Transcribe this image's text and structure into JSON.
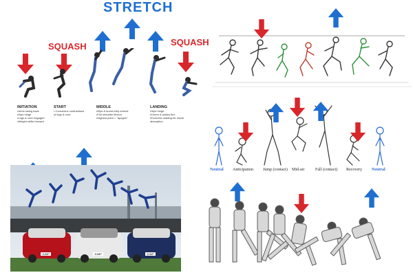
{
  "colors": {
    "up_arrow": "#1f6fd1",
    "down_arrow": "#d8262b",
    "squash_text": "#d8262b",
    "stretch_text": "#1f6fd1"
  },
  "top_left": {
    "stretch_label": "STRETCH",
    "squash_left": "SQUASH",
    "squash_right": "SQUASH",
    "sections": [
      {
        "title": "INITIATION",
        "lines": [
          "•Arms swing back",
          "•Hips hinge",
          "•Legs & core engaged",
          "•Weight shifts forward"
        ]
      },
      {
        "title": "START",
        "lines": [
          "• Concentric contractions",
          "  of legs & core"
        ]
      },
      {
        "title": "MIDDLE",
        "lines": [
          "•Hips & knees fully extend",
          "•Full shoulder flexion",
          "•Highest point = \"apogee\""
        ]
      },
      {
        "title": "LANDING",
        "lines": [
          "•Hips hinge",
          "•Knees & ankles flex",
          "•Eccentric loading for shock",
          "  absorption"
        ]
      }
    ]
  },
  "top_right": {
    "icons": [
      "red-down-arrow",
      "blue-up-arrow"
    ]
  },
  "mid_right": {
    "labels": [
      "Neutral",
      "Anticipation",
      "Jump (contact)",
      "Mid-air",
      "Fall (contact)",
      "Recovery",
      "Neutral"
    ]
  },
  "bottom_left": {
    "plates": [
      "JUMP",
      "JUMP",
      "JUMP"
    ]
  },
  "bottom_right": {}
}
